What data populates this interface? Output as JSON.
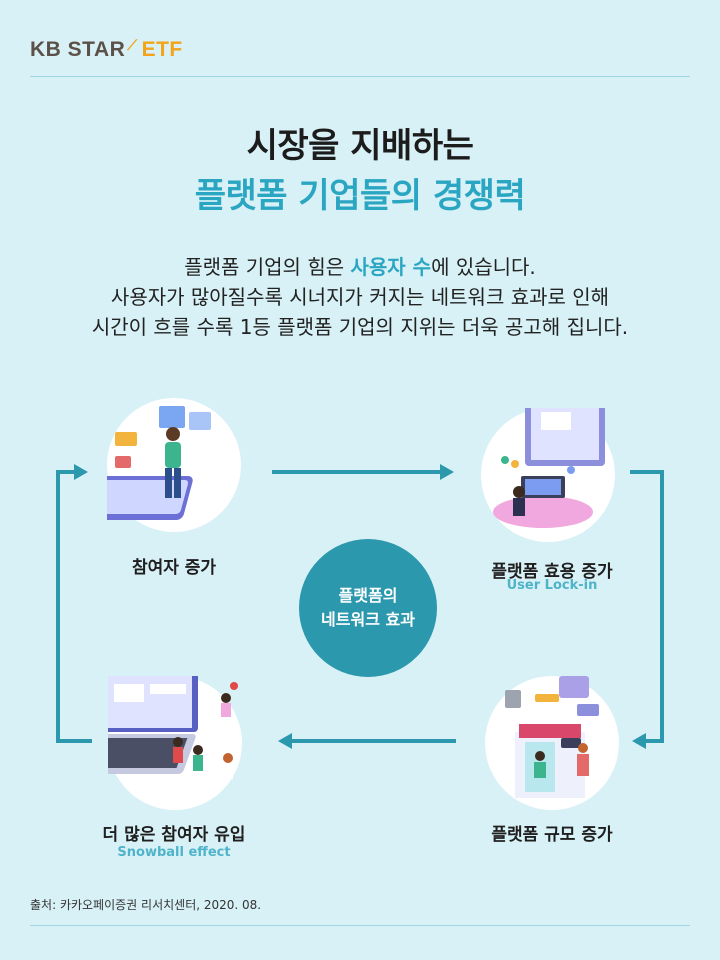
{
  "brand": {
    "kb_star": "KB STAR",
    "etf": "ETF"
  },
  "title": {
    "line1": "시장을 지배하는",
    "line2": "플랫폼 기업들의 경쟁력"
  },
  "intro": {
    "line1_pre": "플랫폼 기업의 힘은 ",
    "line1_highlight": "사용자 수",
    "line1_post": "에 있습니다.",
    "line2": "사용자가 많아질수록 시너지가 커지는 네트워크 효과로 인해",
    "line3": "시간이 흐를 수록 1등 플랫폼 기업의 지위는 더욱 공고해 집니다."
  },
  "cycle": {
    "center_line1": "플랫폼의",
    "center_line2": "네트워크 효과",
    "step_participants": "참여자 증가",
    "step_utility": "플랫폼 효용 증가",
    "step_utility_sub": "User Lock-in",
    "step_scale": "플랫폼 규모 증가",
    "step_inflow": "더 많은 참여자 유입",
    "step_inflow_sub": "Snowball effect"
  },
  "source": "출처: 카카오페이증권 리서치센터, 2020. 08.",
  "colors": {
    "background": "#d8f1f6",
    "accent": "#2aa6c2",
    "arrow": "#2b98ad",
    "center": "#2b98ad",
    "brand_orange": "#f3a41a"
  }
}
